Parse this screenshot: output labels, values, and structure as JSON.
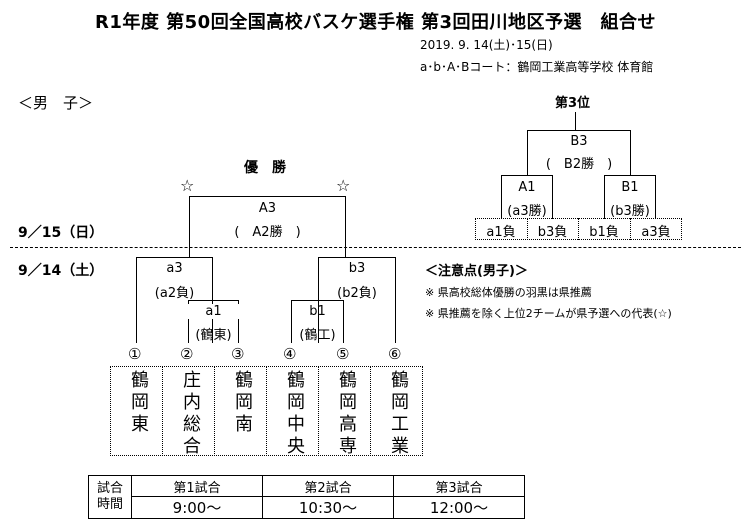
{
  "title": "R1年度 第50回全国高校バスケ選手権 第3回田川地区予選　組合せ",
  "date": "2019. 9. 14(土)･15(日)",
  "venue": "a･b･A･Bコート：鶴岡工業高等学校 体育館",
  "section": "＜男　子＞",
  "third_place": {
    "label": "第3位",
    "top_game": "B3",
    "top_note": "(　B2勝　)",
    "left_game": "A1",
    "left_note": "(a3勝)",
    "right_game": "B1",
    "right_note": "(b3勝)",
    "slots": [
      "a1負",
      "b3負",
      "b1負",
      "a3負"
    ]
  },
  "champion": {
    "label": "優　勝",
    "stars": [
      "☆",
      "☆"
    ],
    "final_game": "A3",
    "final_note": "(　A2勝　)"
  },
  "days": {
    "day2": "9／15（日）",
    "day1": "9／14（土）"
  },
  "games": {
    "a3": "a3",
    "a3_note": "(a2負)",
    "a1": "a1",
    "a1_note": "(鶴東)",
    "b3": "b3",
    "b3_note": "(b2負)",
    "b1": "b1",
    "b1_note": "(鶴工)"
  },
  "notes": {
    "heading": "＜注意点(男子)＞",
    "items": [
      "※ 県高校総体優勝の羽黒は県推薦",
      "※ 県推薦を除く上位2チームが県予選への代表(☆)"
    ]
  },
  "teams": [
    {
      "num": "①",
      "name": "鶴岡東"
    },
    {
      "num": "②",
      "name": "庄内総合"
    },
    {
      "num": "③",
      "name": "鶴岡南"
    },
    {
      "num": "④",
      "name": "鶴岡中央"
    },
    {
      "num": "⑤",
      "name": "鶴岡高専"
    },
    {
      "num": "⑥",
      "name": "鶴岡工業"
    }
  ],
  "schedule": {
    "row_header_top": "試合",
    "row_header_bottom": "時間",
    "columns": [
      "第1試合",
      "第2試合",
      "第3試合"
    ],
    "times": [
      "9:00～",
      "10:30～",
      "12:00～"
    ]
  }
}
